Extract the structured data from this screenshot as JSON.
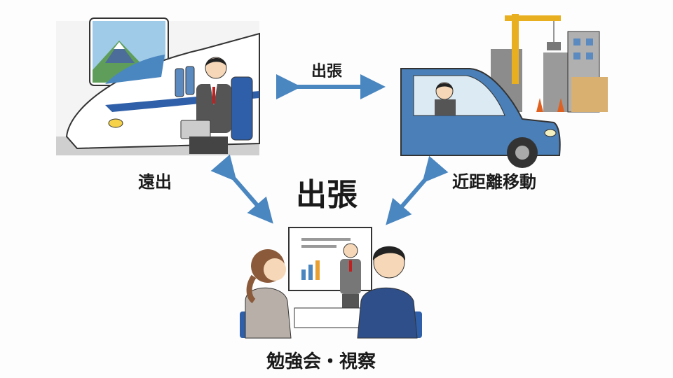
{
  "labels": {
    "top_arrow": "出張",
    "left": "遠出",
    "center": "出張",
    "right": "近距離移動",
    "bottom": "勉強会・視察"
  },
  "colors": {
    "arrow": "#4a86c0",
    "car": "#4a7fb8",
    "seat": "#2f5fa8",
    "background": "#fdfdfd"
  }
}
